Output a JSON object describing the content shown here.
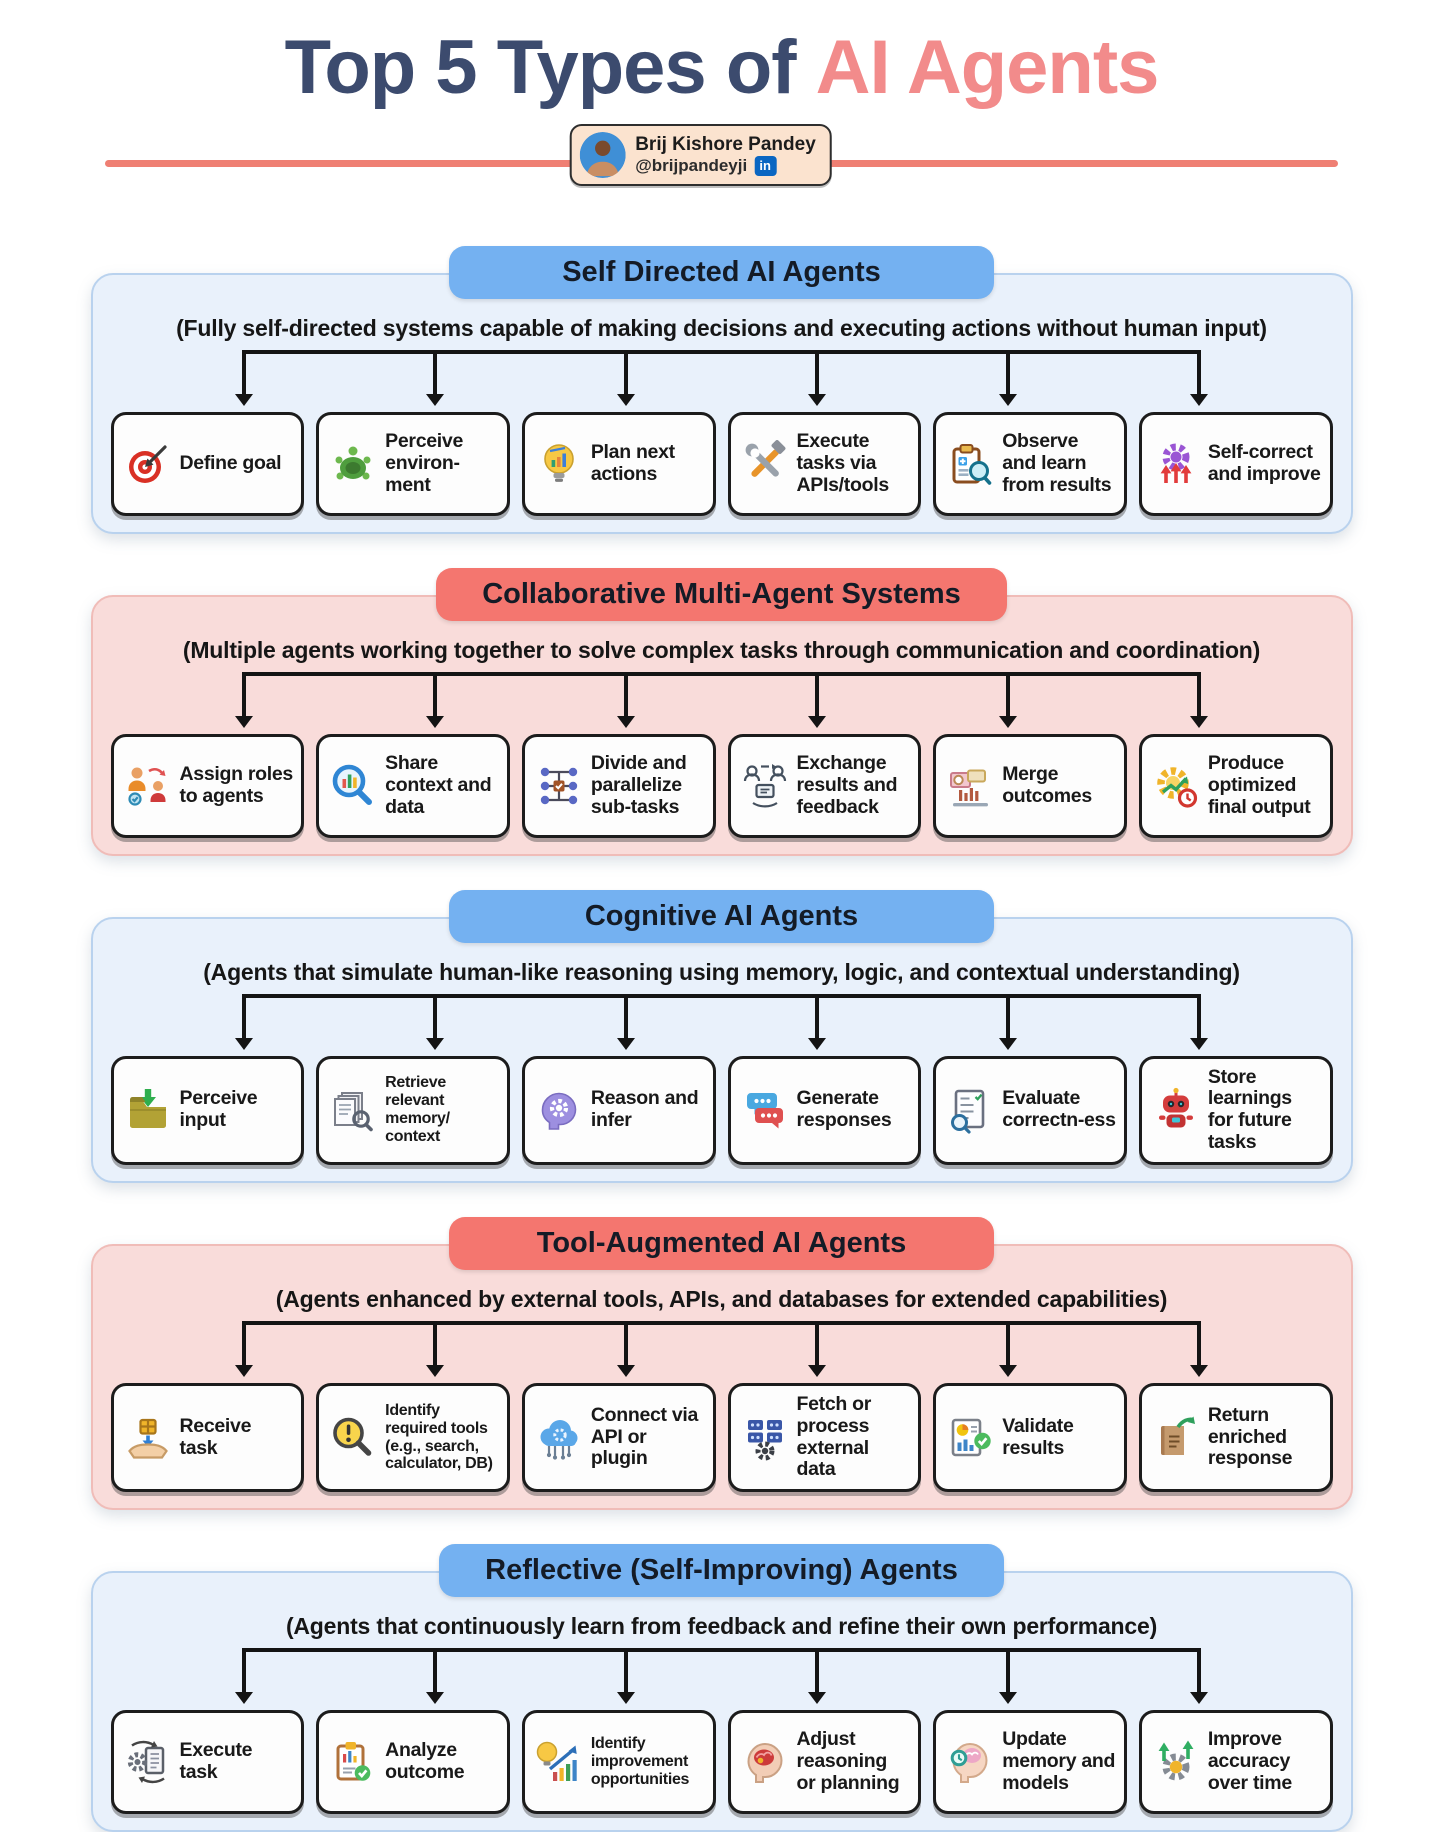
{
  "title": {
    "prefix": "Top 5 Types of",
    "highlight": "AI Agents"
  },
  "author": {
    "name": "Brij Kishore Pandey",
    "handle": "@brijpandeyji",
    "linkedin_label": "in",
    "avatar_icon": "person-avatar-icon"
  },
  "colors": {
    "title_navy": "#3c4b6e",
    "title_salmon": "#f28b8b",
    "divider_salmon": "#ef7f73",
    "blue_header": "#74b1f1",
    "pink_header": "#f4766f",
    "blue_panel": "#e9f1fb",
    "pink_panel": "#f9dcda",
    "badge_bg": "#fbe3cf",
    "linkedin_blue": "#0a66c2",
    "box_border": "#1c1c1c"
  },
  "sections": [
    {
      "id": "self-directed-ai-agents",
      "theme": "blue",
      "title": "Self Directed AI Agents",
      "description": "(Fully self-directed systems capable of making decisions and executing actions without human input)",
      "boxes": [
        {
          "icon": "target-icon",
          "label": "Define goal"
        },
        {
          "icon": "turtle-icon",
          "label": "Perceive environ-ment"
        },
        {
          "icon": "lightbulb-chart-icon",
          "label": "Plan next actions"
        },
        {
          "icon": "tools-icon",
          "label": "Execute tasks via APIs/tools"
        },
        {
          "icon": "clipboard-magnifier-icon",
          "label": "Observe and learn from results"
        },
        {
          "icon": "gear-arrows-icon",
          "label": "Self-correct and improve"
        }
      ]
    },
    {
      "id": "collaborative-multi-agent-systems",
      "theme": "pink",
      "title": "Collaborative Multi-Agent Systems",
      "description": "(Multiple agents working together to solve complex tasks through communication and coordination)",
      "boxes": [
        {
          "icon": "people-roles-icon",
          "label": "Assign roles to agents"
        },
        {
          "icon": "magnifier-chart-icon",
          "label": "Share context and data"
        },
        {
          "icon": "network-tasks-icon",
          "label": "Divide and parallelize sub-tasks"
        },
        {
          "icon": "people-exchange-icon",
          "label": "Exchange results and feedback"
        },
        {
          "icon": "merge-charts-icon",
          "label": "Merge outcomes"
        },
        {
          "icon": "gear-clock-icon",
          "label": "Produce optimized final output"
        }
      ]
    },
    {
      "id": "cognitive-ai-agents",
      "theme": "blue",
      "title": "Cognitive AI Agents",
      "description": "(Agents that simulate human-like reasoning using memory, logic, and contextual understanding)",
      "boxes": [
        {
          "icon": "folder-input-icon",
          "label": "Perceive input"
        },
        {
          "icon": "docs-magnifier-icon",
          "label": "Retrieve relevant memory/ context"
        },
        {
          "icon": "head-gear-icon",
          "label": "Reason and infer"
        },
        {
          "icon": "chat-bubbles-icon",
          "label": "Generate responses"
        },
        {
          "icon": "checklist-magnifier-icon",
          "label": "Evaluate correctn-ess"
        },
        {
          "icon": "robot-icon",
          "label": "Store learnings for future tasks"
        }
      ]
    },
    {
      "id": "tool-augmented-ai-agents",
      "theme": "pink",
      "title": "Tool-Augmented AI Agents",
      "description": "(Agents enhanced by external tools, APIs, and databases for extended capabilities)",
      "boxes": [
        {
          "icon": "hand-box-icon",
          "label": "Receive task"
        },
        {
          "icon": "magnifier-alert-icon",
          "label": "Identify required tools (e.g., search, calculator, DB)"
        },
        {
          "icon": "cloud-api-icon",
          "label": "Connect via API or plugin"
        },
        {
          "icon": "servers-gear-icon",
          "label": "Fetch or process external data"
        },
        {
          "icon": "chart-check-icon",
          "label": "Validate results"
        },
        {
          "icon": "book-arrow-icon",
          "label": "Return enriched response"
        }
      ]
    },
    {
      "id": "reflective-self-improving-agents",
      "theme": "blue",
      "title": "Reflective (Self-Improving) Agents",
      "description": "(Agents that continuously learn from feedback and refine their own performance)",
      "boxes": [
        {
          "icon": "gear-doc-icon",
          "label": "Execute task"
        },
        {
          "icon": "clipboard-check-icon",
          "label": "Analyze outcome"
        },
        {
          "icon": "bulb-growth-icon",
          "label": "Identify improvement opportunities"
        },
        {
          "icon": "head-brain-icon",
          "label": "Adjust reasoning or planning"
        },
        {
          "icon": "head-brain-clock-icon",
          "label": "Update memory and models"
        },
        {
          "icon": "gear-up-arrows-icon",
          "label": "Improve accuracy over time"
        }
      ]
    }
  ]
}
